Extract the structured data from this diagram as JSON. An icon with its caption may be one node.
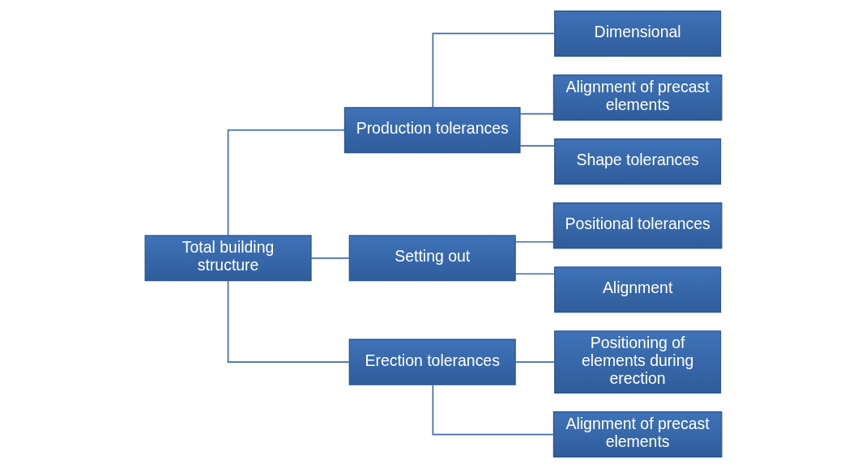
{
  "diagram": {
    "nodes": [
      {
        "text": [
          "Total building structure"
        ]
      },
      {
        "text": [
          "Production tolerances"
        ]
      },
      {
        "text": [
          "Dimensional"
        ]
      },
      {
        "text": [
          "Alignment of precast elements"
        ]
      },
      {
        "text": [
          "Shape tolerances"
        ]
      },
      {
        "text": [
          "Setting out"
        ]
      },
      {
        "text": [
          "Positional tolerances"
        ]
      },
      {
        "text": [
          "Alignment"
        ]
      },
      {
        "text": [
          "Erection tolerances"
        ]
      },
      {
        "text": [
          "Positioning of elements during erection"
        ]
      },
      {
        "text": [
          "Alignment of precast elements"
        ]
      }
    ],
    "edges": [
      {
        "from": 0,
        "to": 1,
        "arrow": "none"
      },
      {
        "from": 1,
        "to": 2,
        "arrow": "none"
      },
      {
        "from": 1,
        "to": 3,
        "arrow": "none"
      },
      {
        "from": 1,
        "to": 4,
        "arrow": "none"
      },
      {
        "from": 0,
        "to": 5,
        "arrow": "none"
      },
      {
        "from": 5,
        "to": 6,
        "arrow": "none"
      },
      {
        "from": 5,
        "to": 7,
        "arrow": "none"
      },
      {
        "from": 0,
        "to": 8,
        "arrow": "none"
      },
      {
        "from": 8,
        "to": 9,
        "arrow": "none"
      },
      {
        "from": 8,
        "to": 10,
        "arrow": "none"
      }
    ]
  }
}
